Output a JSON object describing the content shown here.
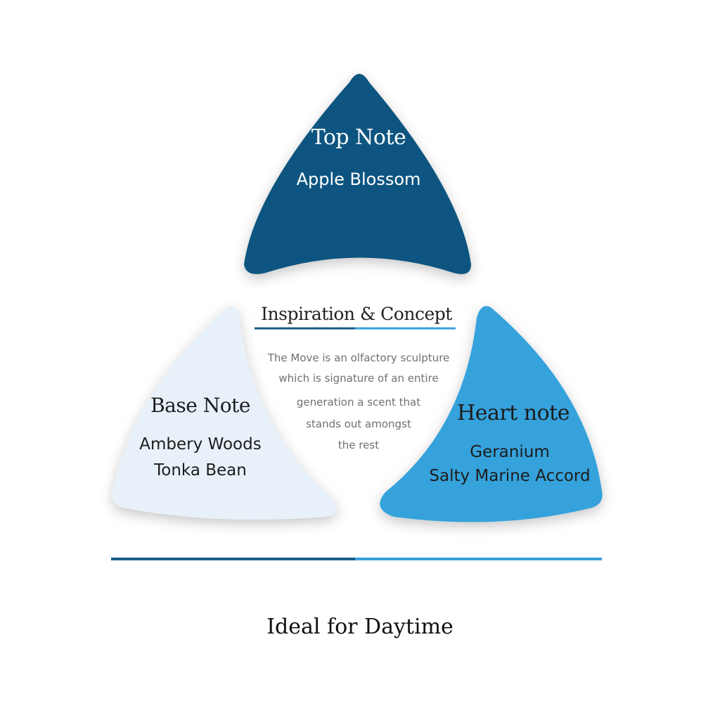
{
  "colors": {
    "top": "#0f5480",
    "base": "#e8f1f9",
    "heart": "#36a2dc",
    "rule_dark": "#1a5d87",
    "rule_light": "#3aa0da",
    "concept_text": "#707070"
  },
  "notes": {
    "top": {
      "title": "Top Note",
      "lines": [
        "Apple Blossom"
      ]
    },
    "base": {
      "title": "Base Note",
      "lines": [
        "Ambery Woods",
        "Tonka Bean"
      ]
    },
    "heart": {
      "title": "Heart note",
      "lines": [
        "Geranium",
        "Salty Marine Accord"
      ]
    }
  },
  "concept": {
    "title": "Inspiration & Concept",
    "lines": [
      "The Move is an olfactory sculpture",
      "which is signature of an entire",
      "generation a scent that",
      "stands out amongst",
      "the rest"
    ]
  },
  "footer": {
    "text": "Ideal for Daytime"
  }
}
